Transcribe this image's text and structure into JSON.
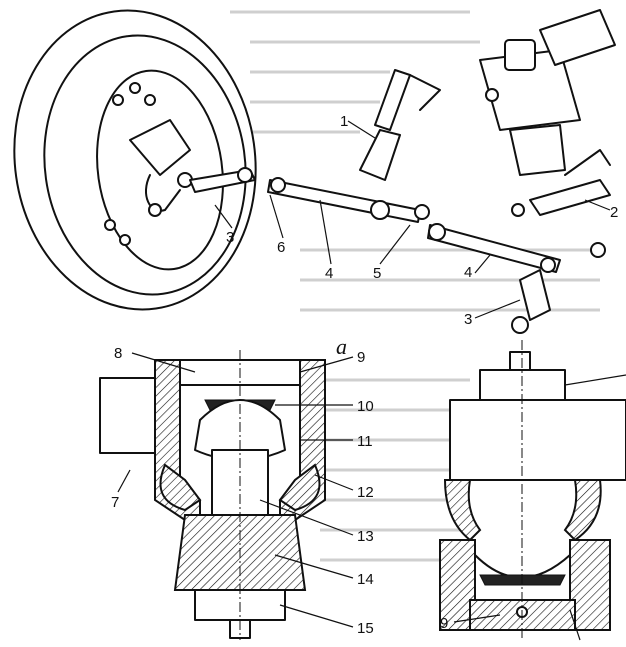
{
  "figure": {
    "panel_letter": "а",
    "callouts_top": [
      "1",
      "2",
      "3",
      "6",
      "4",
      "5",
      "4",
      "3"
    ],
    "callouts_left": [
      "8",
      "9",
      "10",
      "11",
      "7",
      "12",
      "13",
      "14",
      "15"
    ],
    "callouts_right": [
      "9"
    ]
  }
}
